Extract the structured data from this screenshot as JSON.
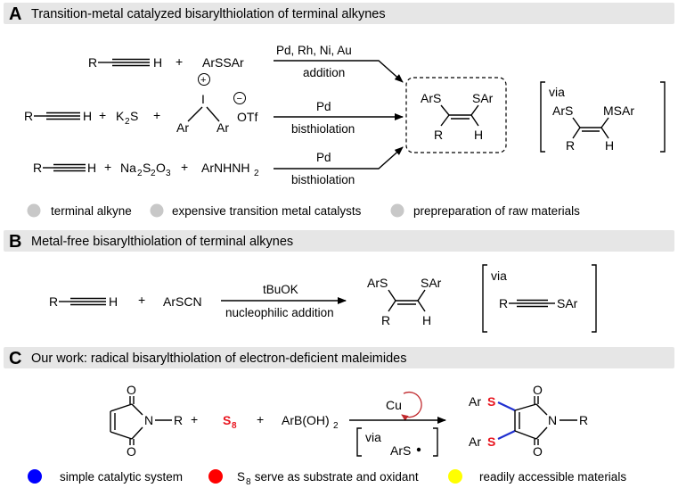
{
  "panels": {
    "A": {
      "letter": "A",
      "title": "Transition-metal catalyzed bisarylthiolation of terminal alkynes"
    },
    "B": {
      "letter": "B",
      "title": "Metal-free bisarylthiolation of terminal alkynes"
    },
    "C": {
      "letter": "C",
      "title": "Our work:  radical bisarylthiolation of electron-deficient maleimides"
    }
  },
  "panelA": {
    "row1": {
      "R": "R",
      "H": "H",
      "plus": "+",
      "reagent": "ArSSAr",
      "cond_top": "Pd, Rh, Ni, Au",
      "cond_bottom": "addition"
    },
    "row2": {
      "R": "R",
      "H": "H",
      "plus1": "+",
      "k2s_base": "K",
      "k2s_sub": "2",
      "k2s_end": "S",
      "plus2": "+",
      "ar_left": "Ar",
      "iodine": "I",
      "ar_right": "Ar",
      "otf": "OTf",
      "plus_charge": "+",
      "minus_charge": "−",
      "cond_top": "Pd",
      "cond_bottom": "bisthiolation"
    },
    "row3": {
      "R": "R",
      "H": "H",
      "plus1": "+",
      "na_base": "Na",
      "na_sub1": "2",
      "na_mid": "S",
      "na_sub2": "2",
      "na_o": "O",
      "na_sub3": "3",
      "plus2": "+",
      "hydrazine_base": "ArNHNH",
      "hydrazine_sub": "2",
      "cond_top": "Pd",
      "cond_bottom": "bisthiolation"
    },
    "product": {
      "arS": "ArS",
      "sAr": "SAr",
      "R": "R",
      "H": "H"
    },
    "intermediate": {
      "via": "via",
      "arS": "ArS",
      "msar": "MSAr",
      "R": "R",
      "H": "H"
    },
    "features": [
      "terminal alkyne",
      "expensive transition metal catalysts",
      "prepreparation of raw materials"
    ],
    "feature_color": "#c8c8c8"
  },
  "panelB": {
    "R": "R",
    "H": "H",
    "plus": "+",
    "reagent": "ArSCN",
    "cond_top": "tBuOK",
    "cond_bottom": "nucleophilic addition",
    "product": {
      "arS": "ArS",
      "sAr": "SAr",
      "R": "R",
      "H": "H"
    },
    "intermediate": {
      "via": "via",
      "R": "R",
      "sAr": "SAr"
    }
  },
  "panelC": {
    "maleimide": {
      "o_top": "O",
      "n": "N",
      "r": "R",
      "o_bottom": "O"
    },
    "plus1": "+",
    "s8": {
      "base": "S",
      "sub": "8"
    },
    "plus2": "+",
    "boronic": {
      "base": "ArB(OH)",
      "sub": "2"
    },
    "catalyst": "Cu",
    "via": "via",
    "radical": "ArS",
    "product": {
      "ar1": "Ar",
      "s1": "S",
      "ar2": "Ar",
      "s2": "S",
      "o_top": "O",
      "n": "N",
      "r": "R",
      "o_bottom": "O"
    },
    "features": [
      {
        "text": "simple catalytic system",
        "color": "#0000ff"
      },
      {
        "s_base": "S",
        "s_sub": "8",
        "text": " serve as substrate and oxidant",
        "color": "#ff0000"
      },
      {
        "text": "readily accessible materials",
        "color": "#ffff00"
      }
    ]
  },
  "colors": {
    "header_bg": "#e6e6e6",
    "sulfur_red": "#e8141e",
    "bond_blue": "#2030d0",
    "cycle_red": "#c0282c"
  }
}
